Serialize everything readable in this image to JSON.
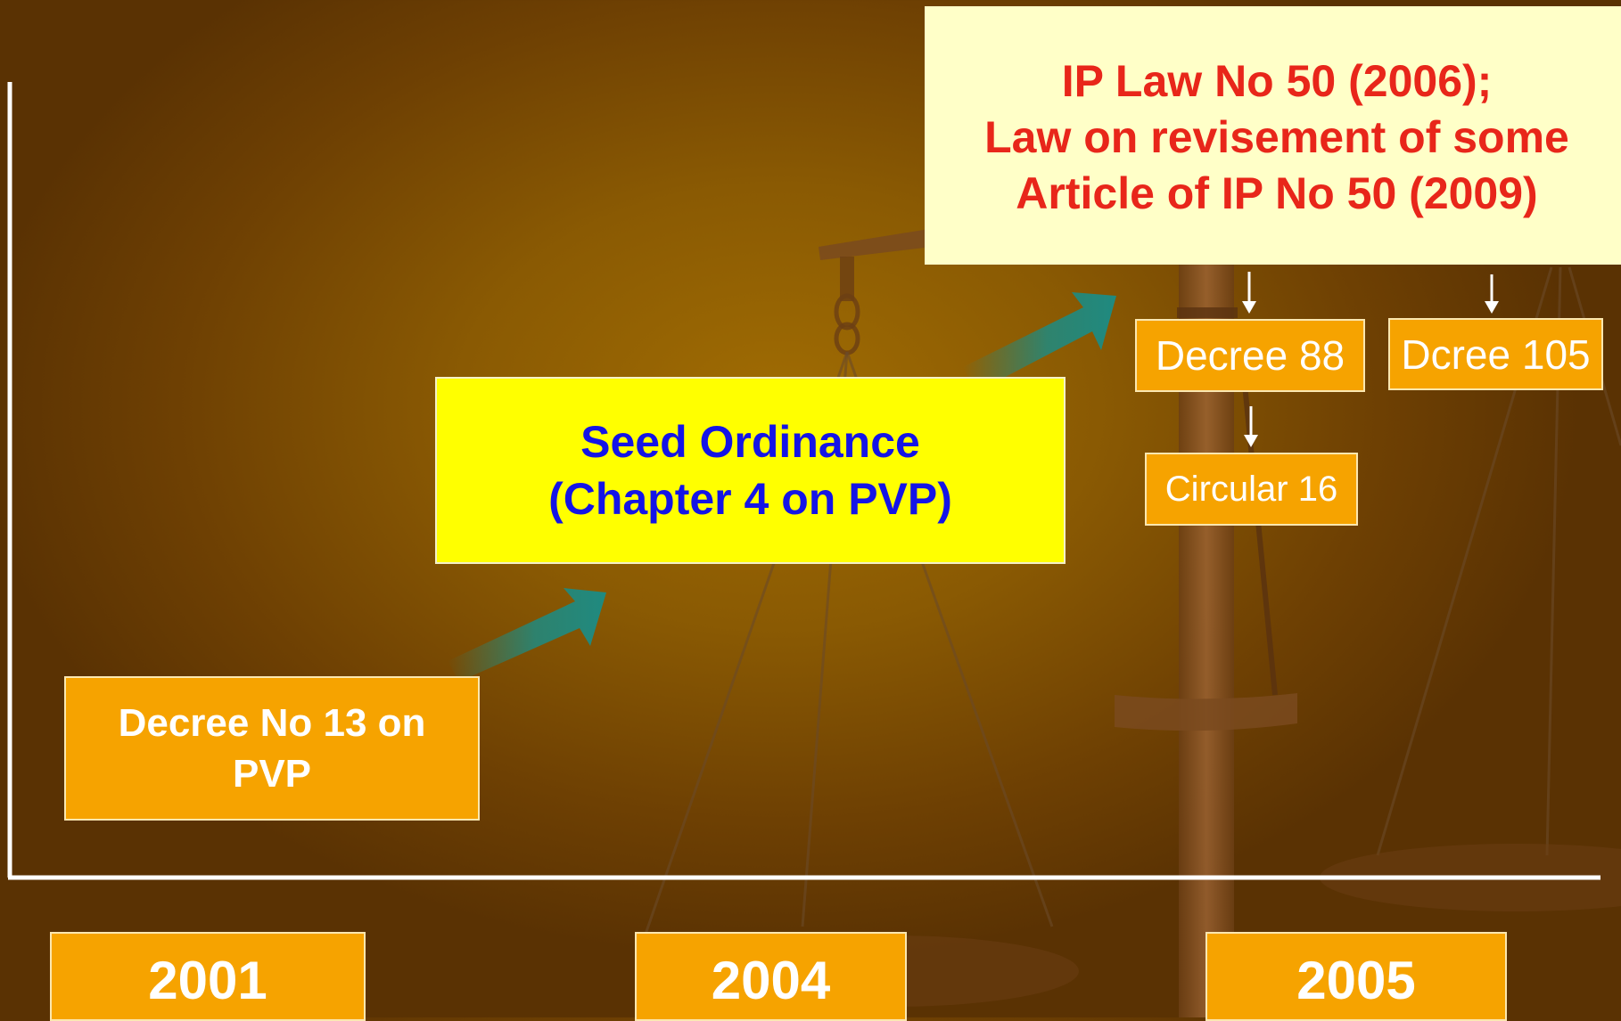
{
  "diagram": {
    "nodes": {
      "decree13": "Decree No 13 on\nPVP",
      "seed_ordinance": "Seed Ordinance\n(Chapter 4 on PVP)",
      "ip_law": "IP Law No 50 (2006);\nLaw on revisement of some\nArticle of IP No 50 (2009)",
      "decree88": "Decree 88",
      "dcree105": "Dcree 105",
      "circular16": "Circular 16"
    },
    "years": [
      "2001",
      "2004",
      "2005"
    ],
    "edges": [
      {
        "from": "decree13",
        "to": "seed_ordinance"
      },
      {
        "from": "seed_ordinance",
        "to": "ip_law"
      },
      {
        "from": "ip_law",
        "to": "decree88"
      },
      {
        "from": "ip_law",
        "to": "dcree105"
      },
      {
        "from": "decree88",
        "to": "circular16"
      }
    ]
  },
  "colors": {
    "background": "#8a5a03",
    "orange_box": "#f6a300",
    "seed_box": "#ffff00",
    "seed_text": "#1414e6",
    "ip_box": "#ffffc8",
    "ip_text": "#e8261a",
    "arrow": "#1f8a80"
  }
}
